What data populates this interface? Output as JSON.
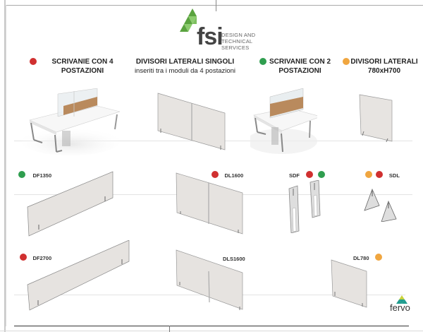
{
  "brand": {
    "logo_text": "fsi",
    "tagline_lines": [
      "DESIGN AND",
      "TECHNICAL",
      "SERVICES"
    ],
    "colors": {
      "green_light": "#8ccc6e",
      "green_dark": "#5aa33f"
    }
  },
  "status_colors": {
    "red": "#d03030",
    "green": "#2f9e4f",
    "orange": "#f0a640"
  },
  "categories": [
    {
      "title_lines": [
        "SCRIVANIE CON 4",
        "POSTAZIONI"
      ],
      "dot": "red"
    },
    {
      "title_lines": [
        "DIVISORI LATERALI SINGOLI",
        "inseriti tra i moduli da 4 postazioni"
      ],
      "dot": null
    },
    {
      "title_lines": [
        "SCRIVANIE CON 2",
        "POSTAZIONI"
      ],
      "dot": "green"
    },
    {
      "title_lines": [
        "DIVISORI LATERALI",
        "780xH700"
      ],
      "dot": "orange"
    }
  ],
  "products": [
    {
      "code": "DF1350",
      "dots": [
        "green"
      ]
    },
    {
      "code": "DL1600",
      "dots": [
        "red"
      ]
    },
    {
      "code": "SDF",
      "dots": [
        "red",
        "green"
      ]
    },
    {
      "code": "SDL",
      "dots": [
        "orange",
        "red"
      ]
    },
    {
      "code": "DF2700",
      "dots": [
        "red"
      ]
    },
    {
      "code": "DLS1600",
      "dots": []
    },
    {
      "code": "DL780",
      "dots": [
        "orange"
      ]
    }
  ],
  "footer": {
    "brand": "fervo"
  }
}
